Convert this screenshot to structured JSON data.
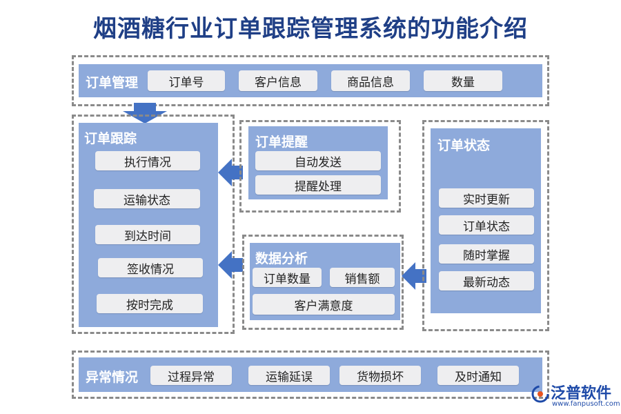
{
  "title": "烟酒糖行业订单跟踪管理系统的功能介绍",
  "order_management": {
    "label": "订单管理",
    "items": [
      "订单号",
      "客户信息",
      "商品信息",
      "数量"
    ]
  },
  "order_tracking": {
    "label": "订单跟踪",
    "items": [
      "执行情况",
      "运输状态",
      "到达时间",
      "签收情况",
      "按时完成"
    ]
  },
  "order_reminder": {
    "label": "订单提醒",
    "items": [
      "自动发送",
      "提醒处理"
    ]
  },
  "data_analysis": {
    "label": "数据分析",
    "items": [
      "订单数量",
      "销售额",
      "客户满意度"
    ]
  },
  "order_status": {
    "label": "订单状态",
    "items": [
      "实时更新",
      "订单状态",
      "随时掌握",
      "最新动态"
    ]
  },
  "exceptions": {
    "label": "异常情况",
    "items": [
      "过程异常",
      "运输延误",
      "货物损坏",
      "及时通知"
    ]
  },
  "logo": {
    "name": "泛普软件",
    "url": "www.fanpusoft.com"
  },
  "colors": {
    "title": "#1f3f86",
    "panel": "#8eaadb",
    "chip": "#eeeef0",
    "arrow": "#4472c4",
    "dash": "#8a8a8a"
  }
}
